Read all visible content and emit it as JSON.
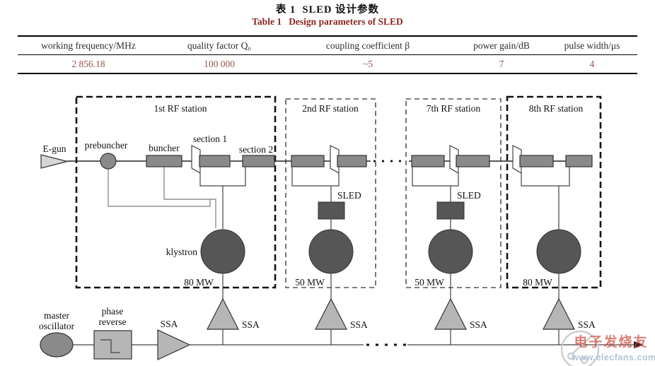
{
  "table": {
    "title_cn": "表 1  SLED 设计参数",
    "title_en": "Table 1   Design parameters of SLED",
    "columns": [
      "working frequency/MHz",
      "quality factor Q₀",
      "coupling coefficient β",
      "power gain/dB",
      "pulse width/μs"
    ],
    "values": [
      "2 856.18",
      "100 000",
      "~5",
      "7",
      "4"
    ]
  },
  "diagram": {
    "egun_label": "E-gun",
    "prebuncher_label": "prebuncher",
    "buncher_label": "buncher",
    "section1_label": "section 1",
    "section2_label": "section 2",
    "klystron_label": "klystron",
    "stations": [
      {
        "label": "1st RF station",
        "power": "80 MW",
        "ssa": "SSA"
      },
      {
        "label": "2nd RF station",
        "power": "50 MW",
        "sled": "SLED",
        "ssa": "SSA"
      },
      {
        "label": "7th RF station",
        "power": "50 MW",
        "sled": "SLED",
        "ssa": "SSA"
      },
      {
        "label": "8th RF station",
        "power": "80 MW",
        "ssa": "SSA"
      }
    ],
    "driver": {
      "master_line1": "master",
      "master_line2": "oscillator",
      "phase_line1": "phase",
      "phase_line2": "reverse",
      "ssa": "SSA"
    }
  },
  "watermark": {
    "brand_cn": "电子发烧友",
    "url": "www.elecfans.com"
  },
  "colors": {
    "caption_red": "#8b2620",
    "value_red": "#99544c",
    "watermark_red": "#cc4438",
    "watermark_blue": "#9fb8cc",
    "block_gray": "#8a8a8a",
    "dark_gray": "#565656",
    "light_gray": "#b6b6b6"
  }
}
